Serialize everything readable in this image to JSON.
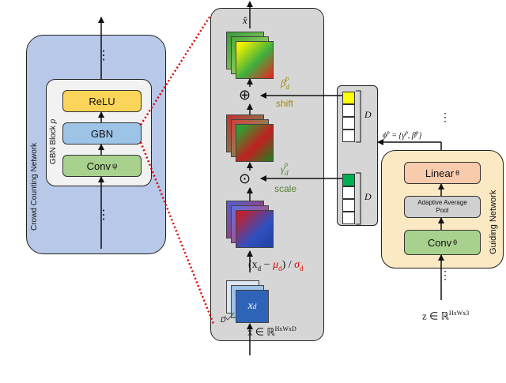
{
  "ccn": {
    "title": "Crowd Counting Network",
    "block_title": "GBN Block",
    "block_p": "p",
    "relu": "ReLU",
    "gbn": "GBN",
    "conv": "Conv",
    "conv_sub": "ψ",
    "dots": "⋮"
  },
  "middle": {
    "x_hat": "x̂",
    "beta": "β",
    "beta_sub": "d",
    "beta_sup": "p",
    "shift": "shift",
    "gamma": "γ",
    "gamma_sub": "d",
    "gamma_sup": "p",
    "scale": "scale",
    "norm_formula_left": "(x",
    "norm_formula_d": "d",
    "norm_formula_minus": " − ",
    "mu": "μ",
    "mu_sub": "d",
    "norm_formula_right": ") / ",
    "sigma": "σ",
    "sigma_sub": "d",
    "xd": "x",
    "xd_sub": "d",
    "D_label": "D",
    "input_prefix": "x ∈ ℝ",
    "input_sup": "HxWxD",
    "plus": "⊕",
    "odot": "⊙"
  },
  "vectors": {
    "D_top": "D",
    "D_bottom": "D"
  },
  "phi": {
    "label": "ϕ",
    "sup": "p",
    "eq": " = {γ",
    "mid": ", β",
    "end": "}"
  },
  "guide": {
    "title": "Guiding Network",
    "linear": "Linear",
    "linear_sub": "θ",
    "pool_line1": "Adaptive Average",
    "pool_line2": "Pool",
    "conv": "Conv",
    "conv_sub": "θ",
    "dots": "⋮",
    "input_prefix": "z ∈ ℝ",
    "input_sup": "HxWx3"
  },
  "colors": {
    "ccn_bg": "#b7c8e8",
    "middle_bg": "#d6d6d6",
    "guide_bg": "#fbe9c4",
    "relu": "#fbd55a",
    "gbn": "#9dc3e6",
    "conv": "#a9d18e",
    "linear": "#f8cbad",
    "pool": "#d0d0d0",
    "beta_color": "#9c8a10",
    "gamma_color": "#548235",
    "red": "#e00000",
    "vec_yellow": "#ffff00",
    "vec_green": "#00b050"
  }
}
